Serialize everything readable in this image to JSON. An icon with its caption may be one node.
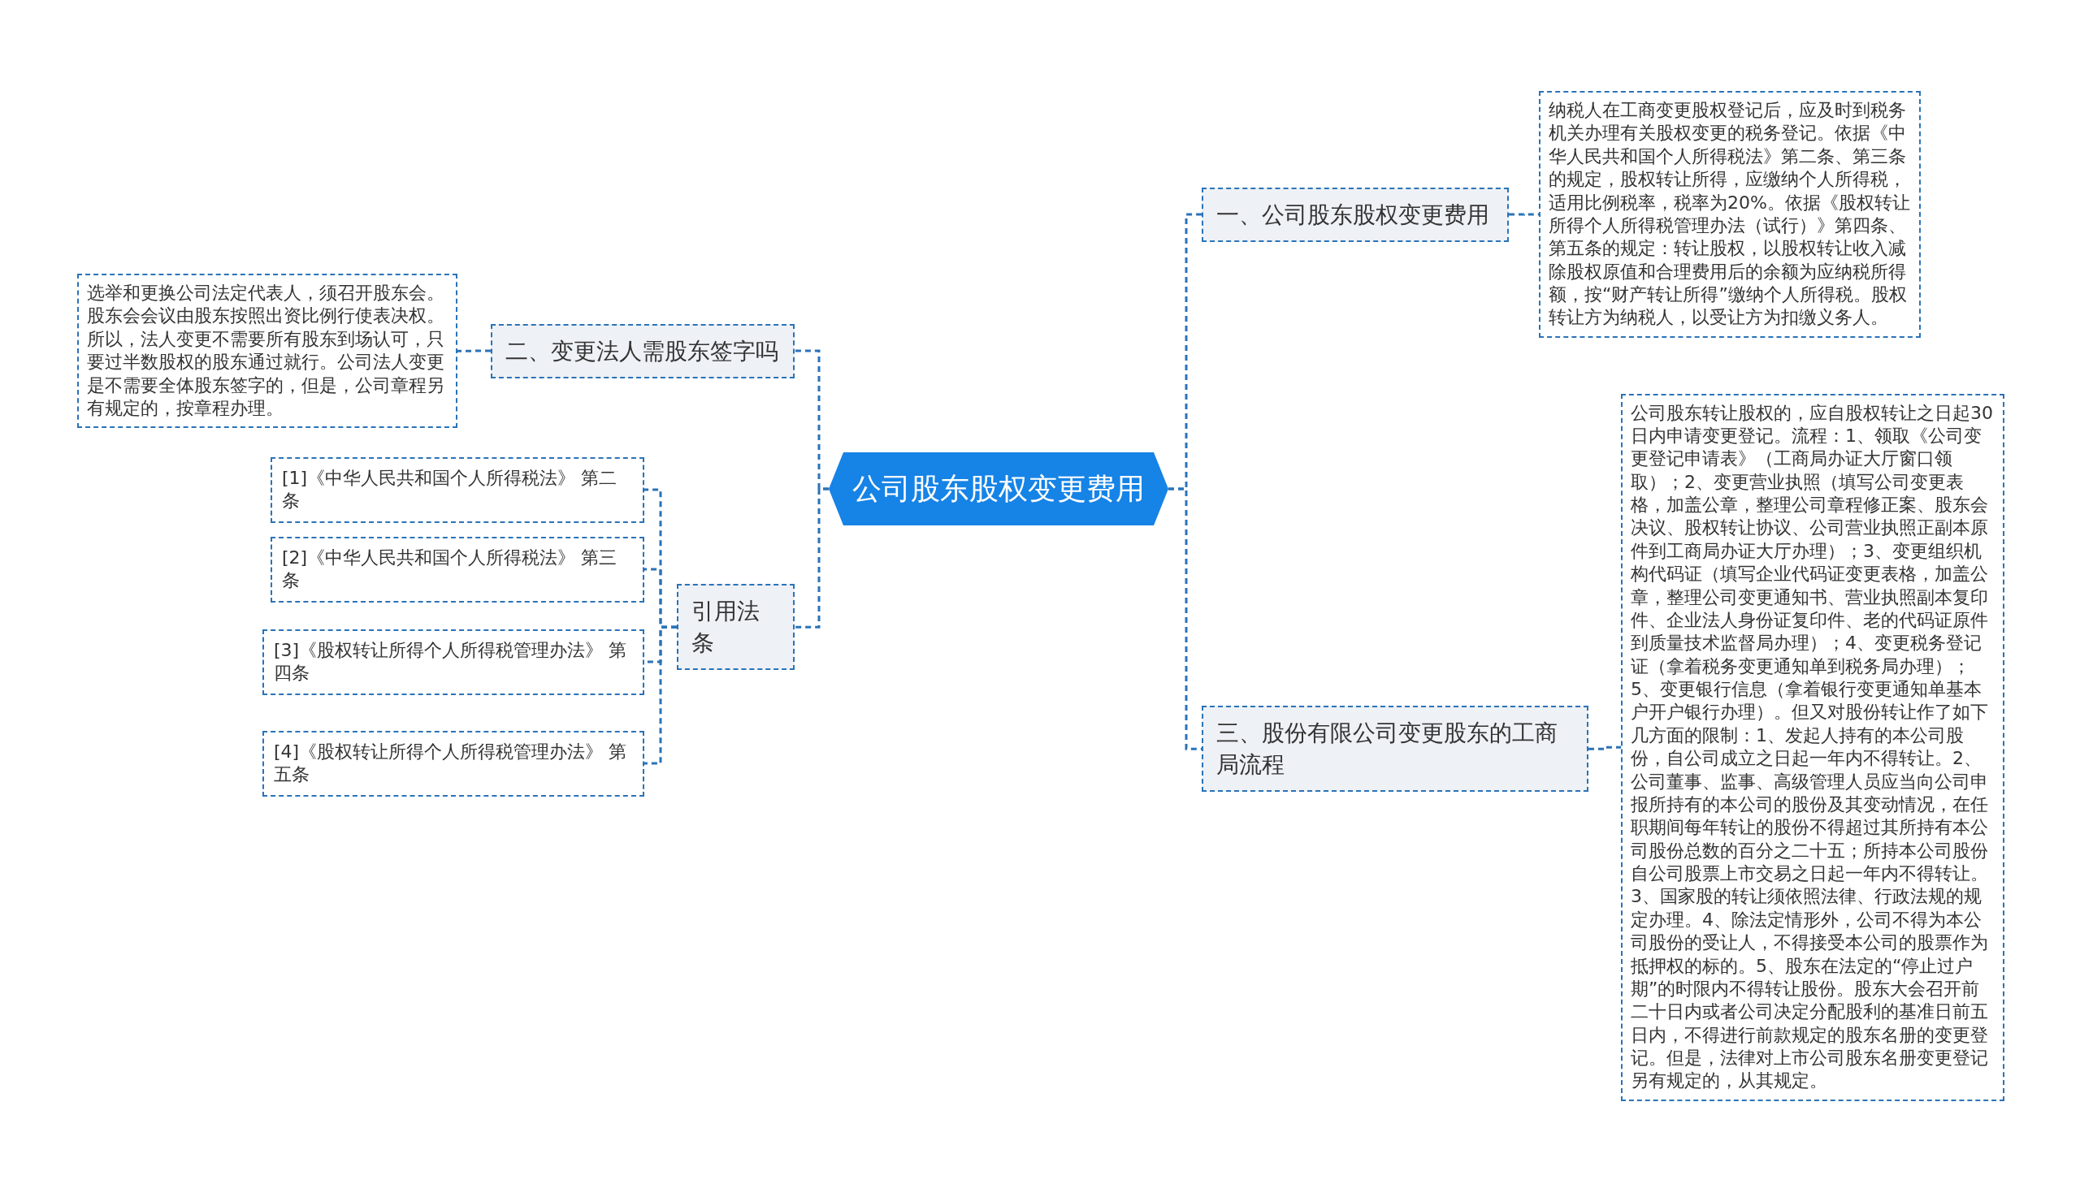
{
  "diagram": {
    "nodes": [
      {
        "text": [
          "公司股东股权变更费用"
        ]
      },
      {
        "text": [
          "一、公司股东股权变更费用"
        ]
      },
      {
        "text": [
          "纳税人在工商变更股权登记后，应及时到税务机关办理有关股权变更的税务登记。依据《中华人民共和国个人所得税法》第二条、第三条的规定，股权转让所得，应缴纳个人所得税，适用比例税率，税率为20%。依据《股权转让所得个人所得税管理办法（试行）》第四条、第五条的规定：转让股权，以股权转让收入减除股权原值和合理费用后的余额为应纳税所得额，按“财产转让所得”缴纳个人所得税。股权转让方为纳税人，以受让方为扣缴义务人。"
        ]
      },
      {
        "text": [
          "三、股份有限公司变更股东的工商局流程"
        ]
      },
      {
        "text": [
          "公司股东转让股权的，应自股权转让之日起30日内申请变更登记。流程：1、领取《公司变更登记申请表》（工商局办证大厅窗口领取）；2、变更营业执照（填写公司变更表格，加盖公章，整理公司章程修正案、股东会决议、股权转让协议、公司营业执照正副本原件到工商局办证大厅办理）；3、变更组织机构代码证（填写企业代码证变更表格，加盖公章，整理公司变更通知书、营业执照副本复印件、企业法人身份证复印件、老的代码证原件到质量技术监督局办理）；4、变更税务登记证（拿着税务变更通知单到税务局办理）；5、变更银行信息（拿着银行变更通知单基本户开户银行办理）。但又对股份转让作了如下几方面的限制：1、发起人持有的本公司股份，自公司成立之日起一年内不得转让。2、公司董事、监事、高级管理人员应当向公司申报所持有的本公司的股份及其变动情况，在任职期间每年转让的股份不得超过其所持有本公司股份总数的百分之二十五；所持本公司股份自公司股票上市交易之日起一年内不得转让。3、国家股的转让须依照法律、行政法规的规定办理。4、除法定情形外，公司不得为本公司股份的受让人，不得接受本公司的股票作为抵押权的标的。5、股东在法定的“停止过户期”的时限内不得转让股份。股东大会召开前二十日内或者公司决定分配股利的基准日前五日内，不得进行前款规定的股东名册的变更登记。但是，法律对上市公司股东名册变更登记另有规定的，从其规定。"
        ]
      },
      {
        "text": [
          "二、变更法人需股东签字吗"
        ]
      },
      {
        "text": [
          "选举和更换公司法定代表人，须召开股东会。股东会会议由股东按照出资比例行使表决权。所以，法人变更不需要所有股东到场认可，只要过半数股权的股东通过就行。公司法人变更是不需要全体股东签字的，但是，公司章程另有规定的，按章程办理。"
        ]
      },
      {
        "text": [
          "引用法条"
        ]
      },
      {
        "text": [
          "[1]《中华人民共和国个人所得税法》 第二条"
        ]
      },
      {
        "text": [
          "[2]《中华人民共和国个人所得税法》 第三条"
        ]
      },
      {
        "text": [
          "[3]《股权转让所得个人所得税管理办法》 第四条"
        ]
      },
      {
        "text": [
          "[4]《股权转让所得个人所得税管理办法》 第五条"
        ]
      }
    ],
    "edges": [
      {
        "from": 0,
        "to": 1,
        "arrow": "none"
      },
      {
        "from": 1,
        "to": 2,
        "arrow": "none"
      },
      {
        "from": 0,
        "to": 3,
        "arrow": "none"
      },
      {
        "from": 3,
        "to": 4,
        "arrow": "none"
      },
      {
        "from": 0,
        "to": 5,
        "arrow": "none"
      },
      {
        "from": 5,
        "to": 6,
        "arrow": "none"
      },
      {
        "from": 0,
        "to": 7,
        "arrow": "none"
      },
      {
        "from": 7,
        "to": 8,
        "arrow": "none"
      },
      {
        "from": 7,
        "to": 9,
        "arrow": "none"
      },
      {
        "from": 7,
        "to": 10,
        "arrow": "none"
      },
      {
        "from": 7,
        "to": 11,
        "arrow": "none"
      }
    ]
  }
}
